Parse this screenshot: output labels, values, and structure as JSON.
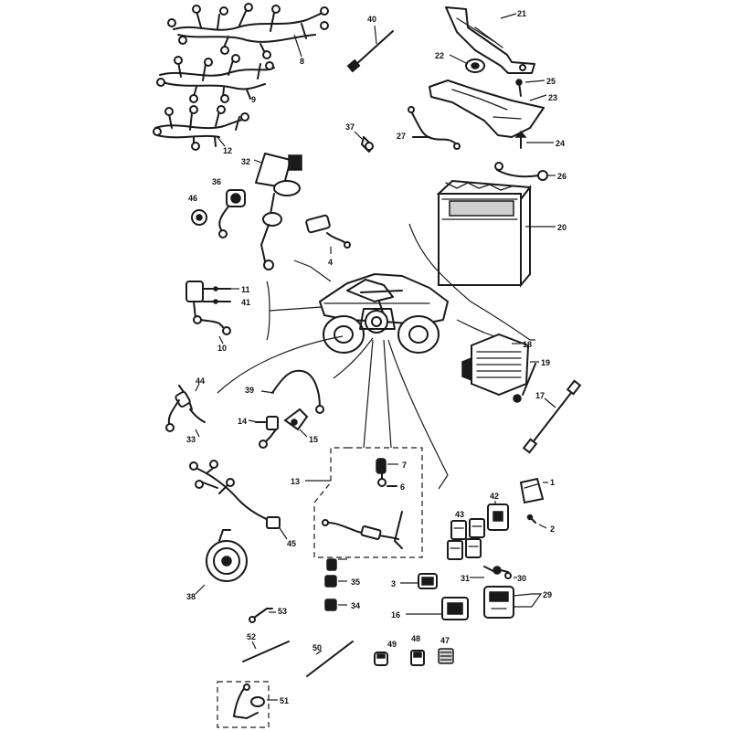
{
  "callouts": [
    {
      "id": "c1",
      "text": "1"
    },
    {
      "id": "c2",
      "text": "2"
    },
    {
      "id": "c3",
      "text": "3"
    },
    {
      "id": "c4",
      "text": "4"
    },
    {
      "id": "c6",
      "text": "6"
    },
    {
      "id": "c7",
      "text": "7"
    },
    {
      "id": "c8",
      "text": "8"
    },
    {
      "id": "c9",
      "text": "9"
    },
    {
      "id": "c10",
      "text": "10"
    },
    {
      "id": "c11",
      "text": "11"
    },
    {
      "id": "c12",
      "text": "12"
    },
    {
      "id": "c13",
      "text": "13"
    },
    {
      "id": "c14",
      "text": "14"
    },
    {
      "id": "c15",
      "text": "15"
    },
    {
      "id": "c16",
      "text": "16"
    },
    {
      "id": "c17",
      "text": "17"
    },
    {
      "id": "c18",
      "text": "18"
    },
    {
      "id": "c19",
      "text": "19"
    },
    {
      "id": "c20",
      "text": "20"
    },
    {
      "id": "c21",
      "text": "21"
    },
    {
      "id": "c22",
      "text": "22"
    },
    {
      "id": "c23",
      "text": "23"
    },
    {
      "id": "c24",
      "text": "24"
    },
    {
      "id": "c25",
      "text": "25"
    },
    {
      "id": "c26",
      "text": "26"
    },
    {
      "id": "c27",
      "text": "27"
    },
    {
      "id": "c29",
      "text": "29"
    },
    {
      "id": "c30",
      "text": "30"
    },
    {
      "id": "c31",
      "text": "31"
    },
    {
      "id": "c32",
      "text": "32"
    },
    {
      "id": "c33",
      "text": "33"
    },
    {
      "id": "c34",
      "text": "34"
    },
    {
      "id": "c35",
      "text": "35"
    },
    {
      "id": "c36",
      "text": "36"
    },
    {
      "id": "c37",
      "text": "37"
    },
    {
      "id": "c38",
      "text": "38"
    },
    {
      "id": "c39",
      "text": "39"
    },
    {
      "id": "c40",
      "text": "40"
    },
    {
      "id": "c41",
      "text": "41"
    },
    {
      "id": "c42",
      "text": "42"
    },
    {
      "id": "c43",
      "text": "43"
    },
    {
      "id": "c44",
      "text": "44"
    },
    {
      "id": "c45",
      "text": "45"
    },
    {
      "id": "c46",
      "text": "46"
    },
    {
      "id": "c47",
      "text": "47"
    },
    {
      "id": "c48",
      "text": "48"
    },
    {
      "id": "c49",
      "text": "49"
    },
    {
      "id": "c50",
      "text": "50"
    },
    {
      "id": "c51",
      "text": "51"
    },
    {
      "id": "c52",
      "text": "52"
    },
    {
      "id": "c53",
      "text": "53"
    }
  ]
}
